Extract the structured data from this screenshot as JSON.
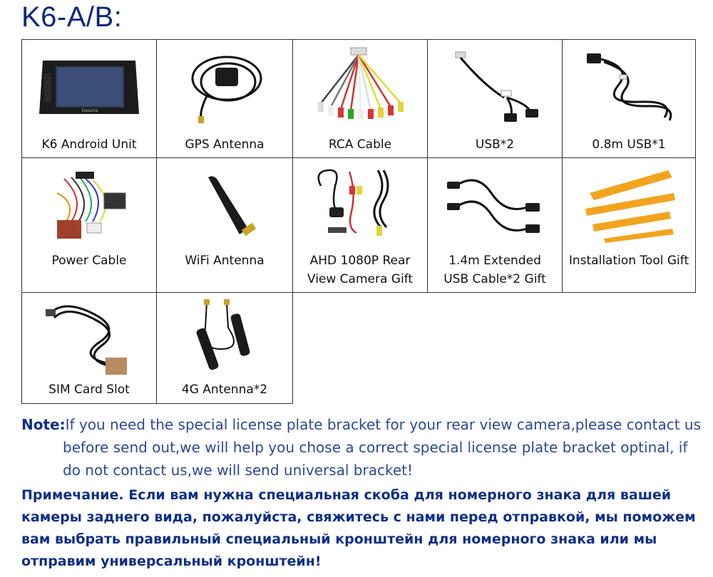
{
  "title": "K6-A/B:",
  "items": [
    {
      "label": "K6 Android Unit"
    },
    {
      "label": "GPS Antenna"
    },
    {
      "label": "RCA Cable"
    },
    {
      "label": "USB*2"
    },
    {
      "label": "0.8m USB*1"
    },
    {
      "label": "Power Cable"
    },
    {
      "label": "WiFi Antenna"
    },
    {
      "label_line1": "AHD 1080P Rear",
      "label_line2": "View Camera Gift"
    },
    {
      "label_line1": "1.4m Extended",
      "label_line2": "USB Cable*2 Gift"
    },
    {
      "label": "Installation Tool Gift"
    },
    {
      "label": "SIM Card Slot"
    },
    {
      "label": "4G Antenna*2"
    }
  ],
  "note": {
    "label": "Note:",
    "line1": "If you need the special license plate bracket for your rear view camera,please contact us",
    "line2": "before send out,we will help you chose a correct special license plate bracket optinal, if",
    "line3": "do not contact us,we will send universal bracket!"
  },
  "note_ru": {
    "line1": "Примечание. Если вам нужна специальная скоба для номерного знака для вашей",
    "line2": "камеры заднего вида, пожалуйста, свяжитесь с нами перед отправкой, мы поможем",
    "line3": "вам выбрать правильный специальный кронштейн для номерного знака или мы",
    "line4": "отправим универсальный кронштейн!"
  }
}
